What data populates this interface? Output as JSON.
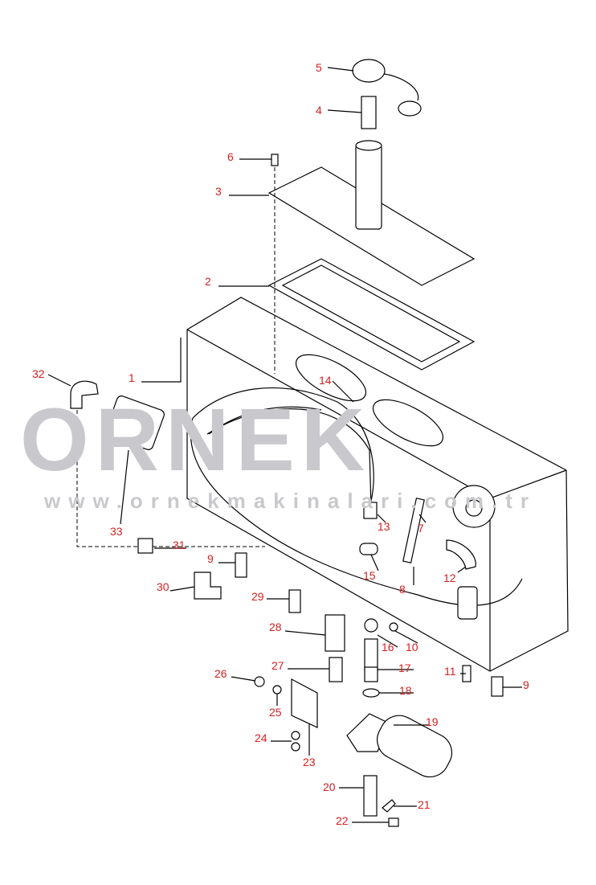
{
  "watermark": {
    "brand": "ORNEK",
    "url": "www.ornekmakinalari.com.tr"
  },
  "colors": {
    "label": "#d42020",
    "watermark": "#bdbdc0",
    "line": "#000000"
  },
  "callouts": [
    "1",
    "2",
    "3",
    "4",
    "5",
    "6",
    "7",
    "8",
    "9",
    "9",
    "10",
    "11",
    "12",
    "13",
    "14",
    "15",
    "16",
    "17",
    "18",
    "19",
    "20",
    "21",
    "22",
    "23",
    "24",
    "25",
    "26",
    "27",
    "28",
    "29",
    "30",
    "31",
    "32",
    "33"
  ]
}
